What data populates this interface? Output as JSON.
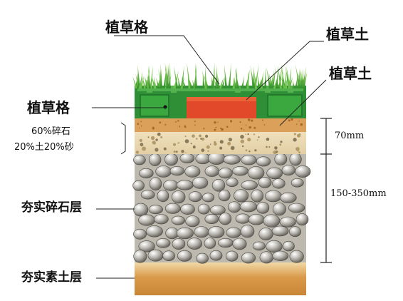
{
  "labels": {
    "grass_grid_top": "植草格",
    "planting_soil_1": "植草土",
    "planting_soil_2": "植草土",
    "grass_grid_left": "植草格",
    "mix_line1": "60%碎石",
    "mix_line2": "20%土20%砂",
    "compacted_gravel": "夯实碎石层",
    "compacted_soil": "夯实素土层"
  },
  "dimensions": {
    "top_layer": "70mm",
    "gravel_layer": "150-350mm"
  },
  "colors": {
    "grass": "#3fa33a",
    "grid": "#2e8f36",
    "soil_red": "#e2492a",
    "sand_mix": "#e7d2a8",
    "gravel_bg": "#cfcbbf",
    "base_soil": "#d79a4f"
  }
}
